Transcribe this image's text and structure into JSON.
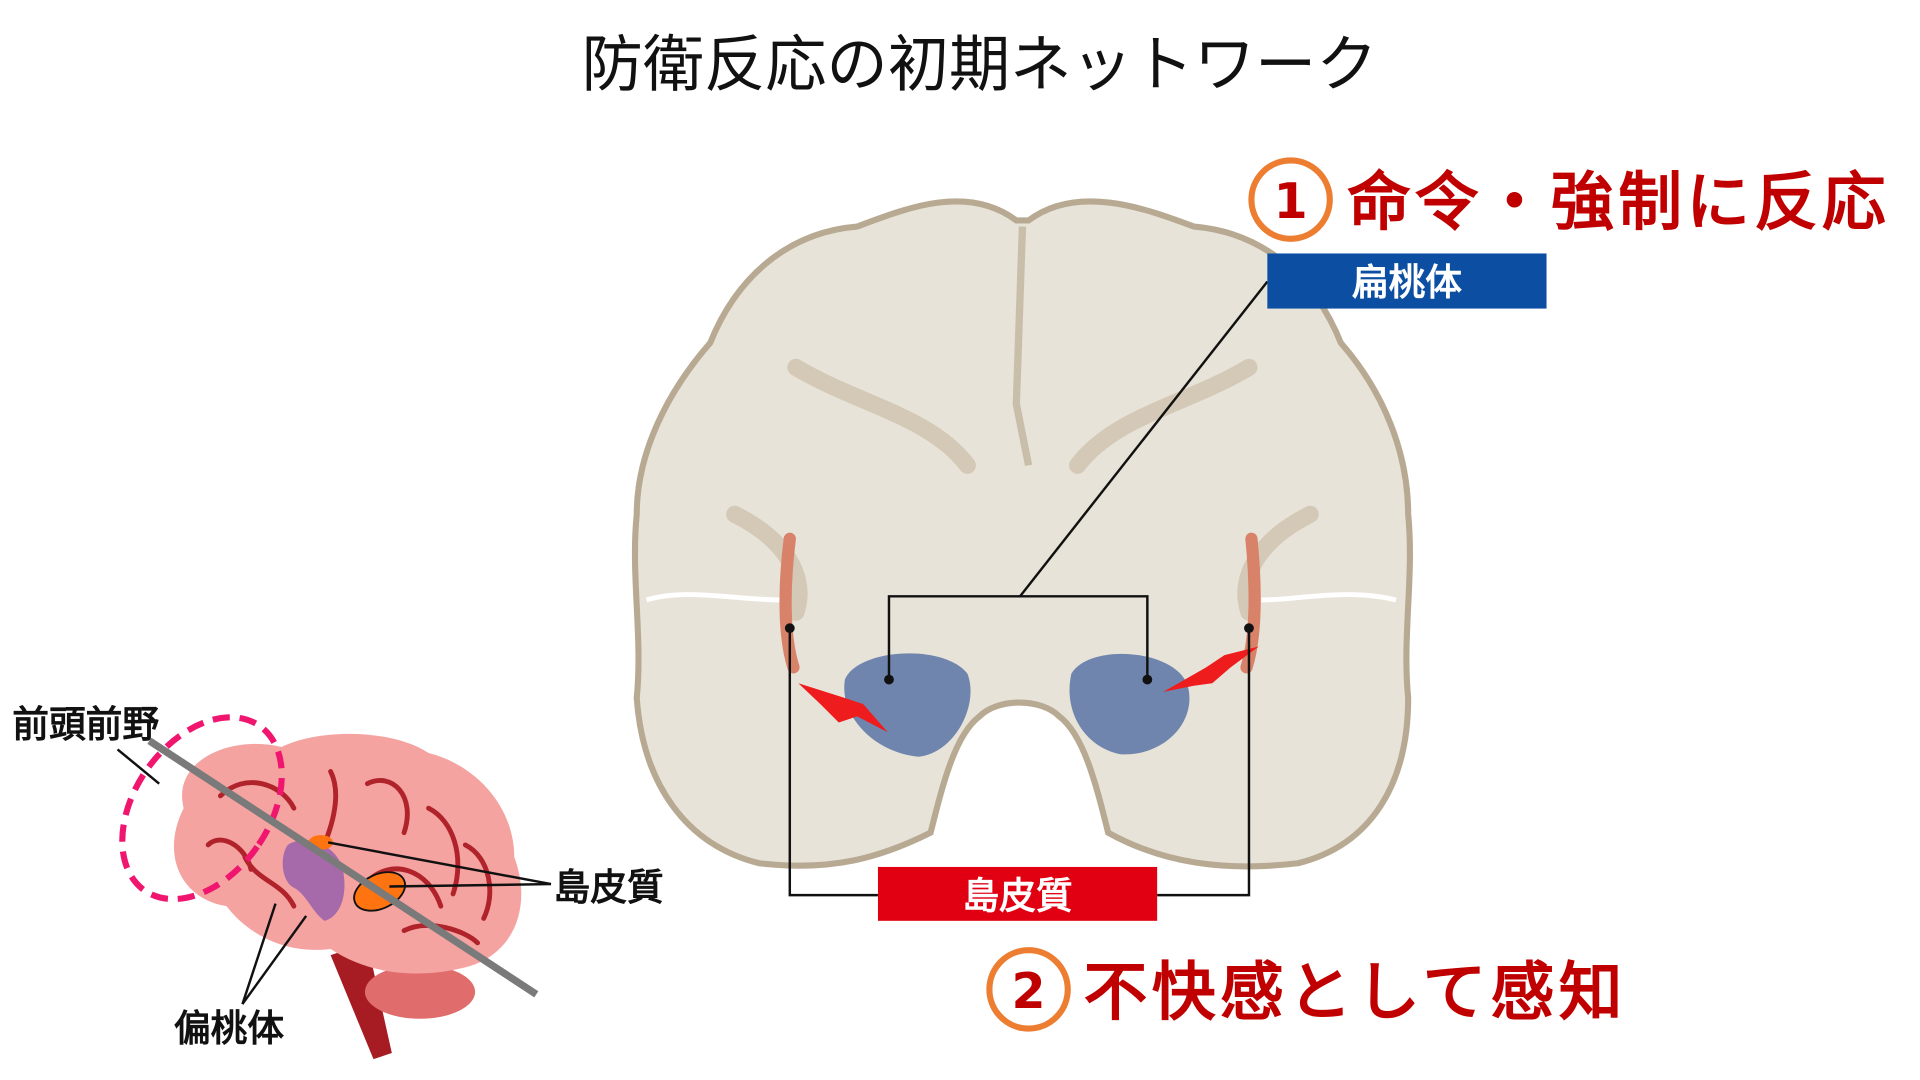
{
  "title": "防衛反応の初期ネットワーク",
  "point1": {
    "number": "1",
    "text": "命令・強制に反応"
  },
  "point2": {
    "number": "2",
    "text": "不快感として感知"
  },
  "coronal_labels": {
    "amygdala": "扁桃体",
    "insula": "島皮質"
  },
  "sagittal_labels": {
    "prefrontal": "前頭前野",
    "insula": "島皮質",
    "amygdala": "偏桃体"
  },
  "colors": {
    "accent_red": "#C00000",
    "circle_orange": "#ED7D31",
    "amygdala_box": "#0B4EA2",
    "insula_box": "#E00012",
    "dashed_pink": "#F0156E"
  }
}
